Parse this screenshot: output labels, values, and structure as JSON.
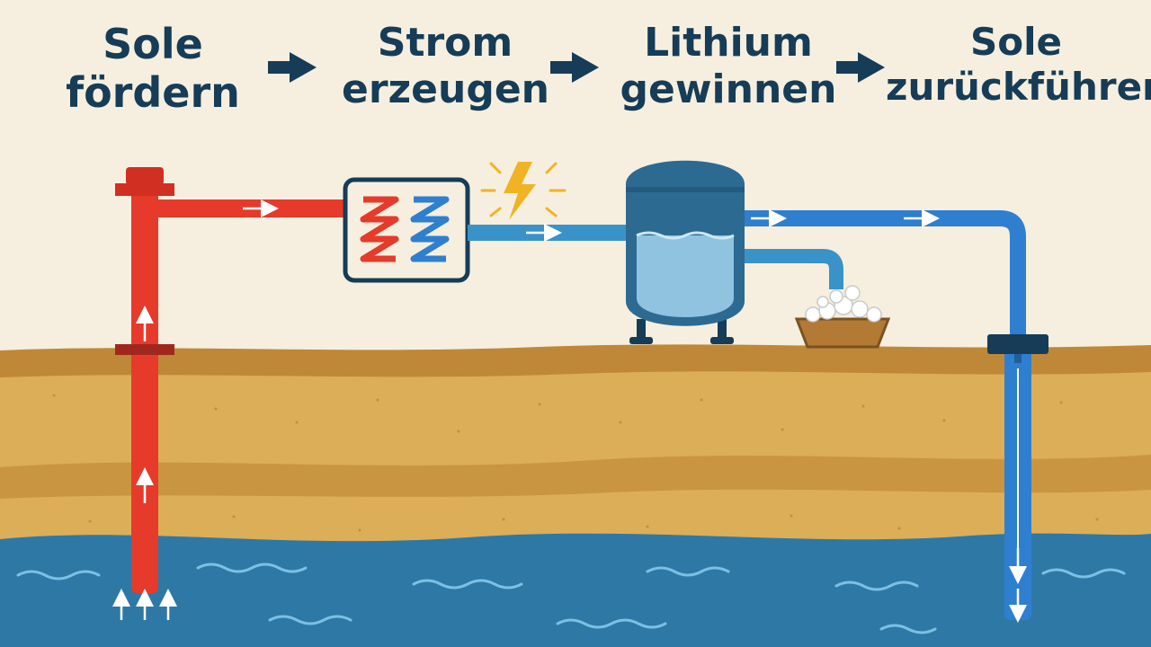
{
  "steps": [
    {
      "line1": "Sole",
      "line2": "fördern"
    },
    {
      "line1": "Strom",
      "line2": "erzeugen"
    },
    {
      "line1": "Lithium",
      "line2": "gewinnen"
    },
    {
      "line1": "Sole",
      "line2": "zurückführen"
    }
  ],
  "colors": {
    "background": "#f6efdf",
    "text": "#163c57",
    "hot_pipe": "#e63a2a",
    "cold_pipe": "#2f7fd0",
    "mid_pipe": "#3a93c8",
    "tank": "#2c6a92",
    "brine_in_tank": "#8fc3e0",
    "ground_dark": "#c08a3a",
    "ground_light": "#dcae57",
    "water": "#2e78a6",
    "spark": "#f0b323"
  },
  "icons": [
    "arrow-right-icon",
    "lightning-icon",
    "heat-exchanger-icon",
    "tank-icon",
    "lithium-salt-basket-icon"
  ]
}
